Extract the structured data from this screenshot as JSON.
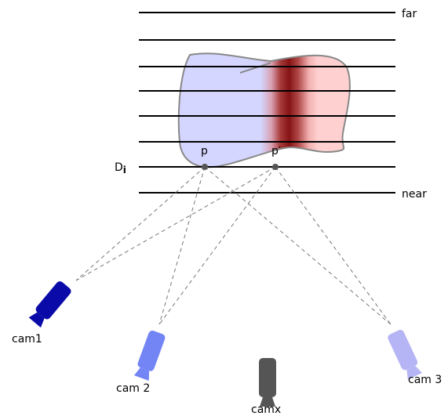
{
  "labels": {
    "far": "far",
    "near": "near",
    "depth_plane": "D",
    "depth_plane_sub": "i",
    "point_p": "p",
    "point_p_prime": "p′"
  },
  "cameras": [
    {
      "id": "cam1",
      "label": "cam1",
      "color": "#0a0aa8"
    },
    {
      "id": "cam2",
      "label": "cam 2",
      "color": "#7385f5"
    },
    {
      "id": "camx",
      "label": "camx",
      "color": "#555555"
    },
    {
      "id": "cam3",
      "label": "cam 3",
      "color": "#b5b5f5"
    }
  ],
  "colors": {
    "object_left": "#d4d6ff",
    "object_right": "#ffd0d0",
    "object_band": "#8c1a1a",
    "object_outline": "#888888",
    "depth_planes": "#000000",
    "rays": "#777777"
  }
}
